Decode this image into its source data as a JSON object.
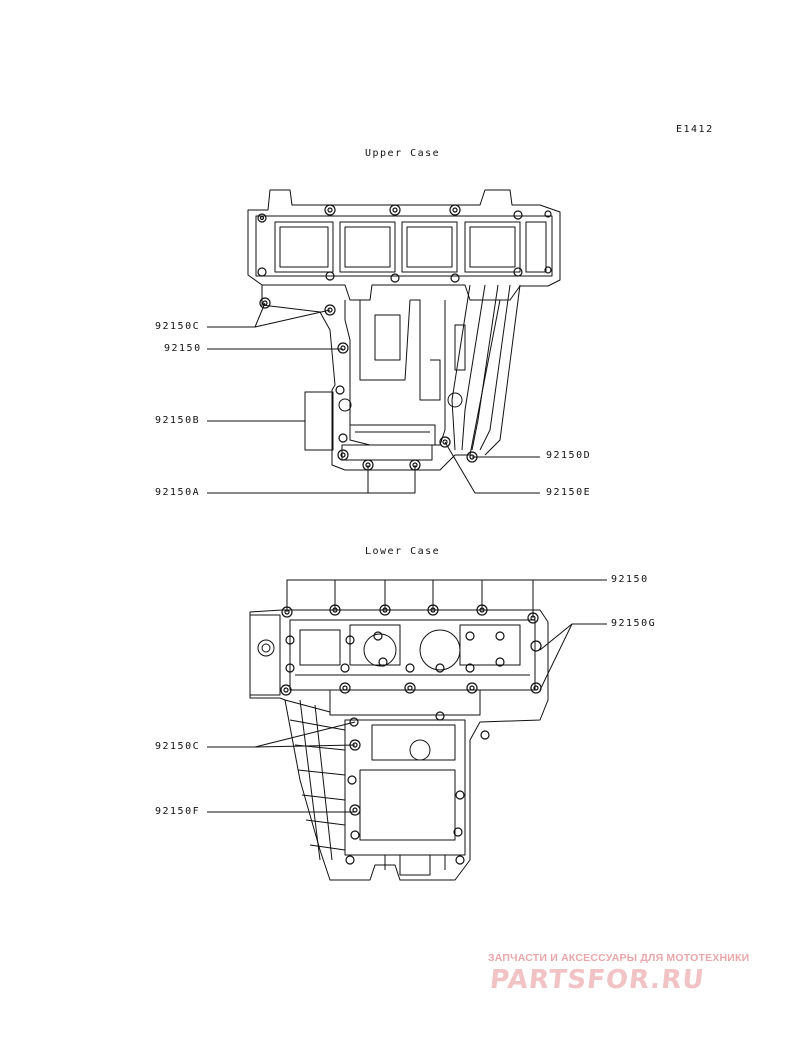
{
  "diagram": {
    "id": "E1412",
    "upper_case": {
      "title": "Upper Case",
      "labels": [
        "92150C",
        "92150",
        "92150B",
        "92150D",
        "92150A",
        "92150E"
      ]
    },
    "lower_case": {
      "title": "Lower Case",
      "labels": [
        "92150",
        "92150G",
        "92150C",
        "92150F"
      ]
    }
  },
  "watermark": {
    "tagline": "ЗАПЧАСТИ И АКСЕССУАРЫ ДЛЯ МОТОТЕХНИКИ",
    "logo": "PARTSFOR.RU"
  }
}
